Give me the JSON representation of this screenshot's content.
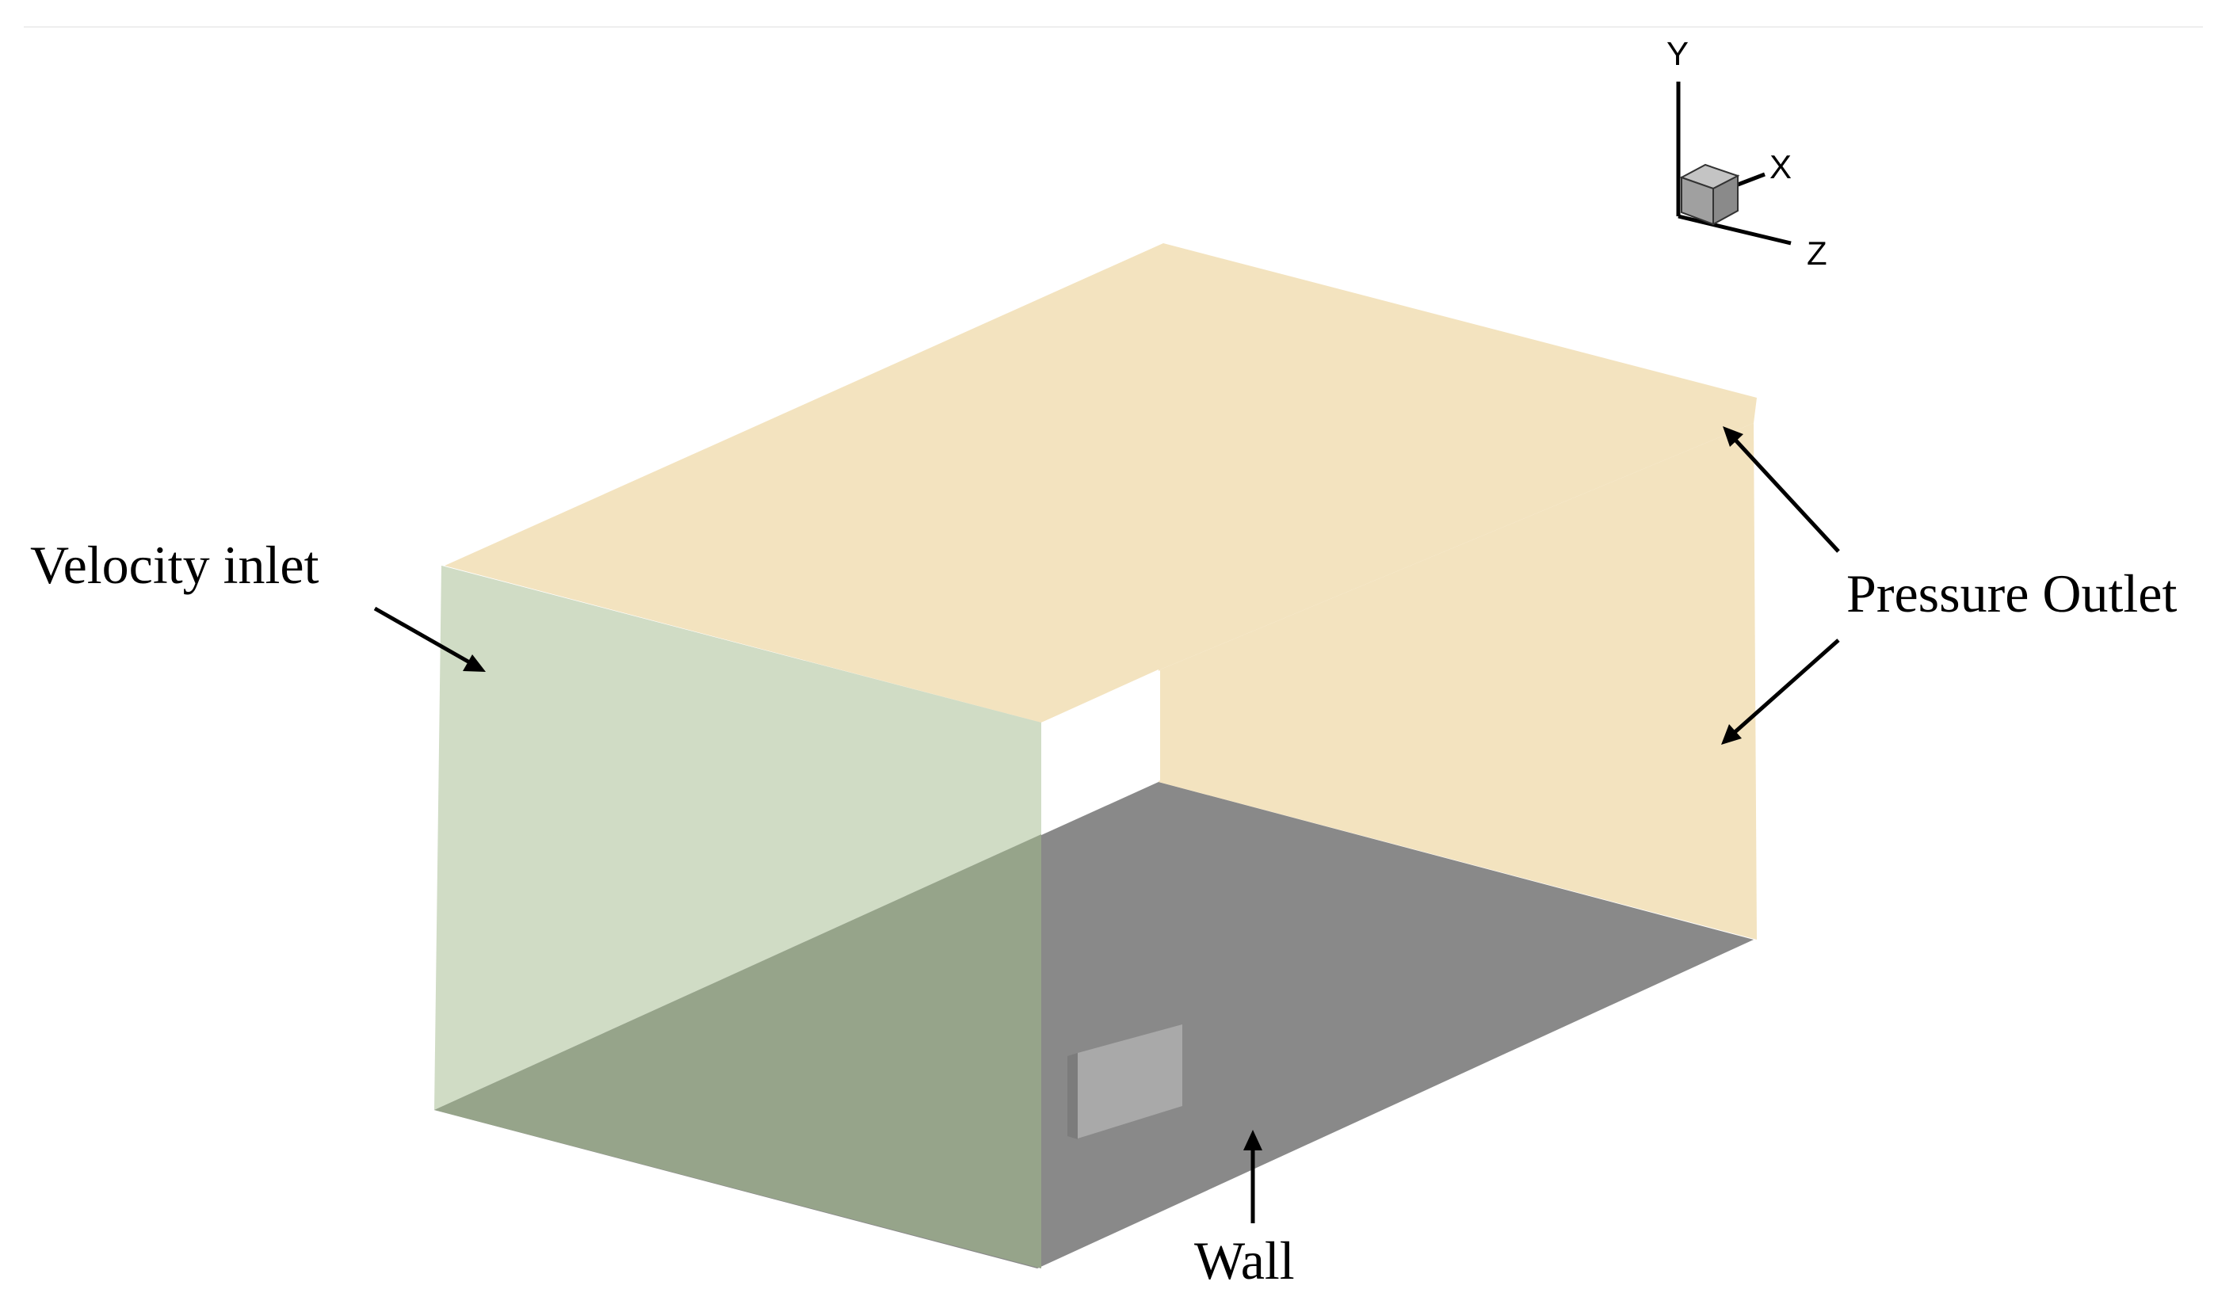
{
  "labels": {
    "velocity_inlet": "Velocity inlet",
    "pressure_outlet": "Pressure Outlet",
    "wall": "Wall"
  },
  "axes": {
    "y": "Y",
    "x": "X",
    "z": "Z"
  },
  "colors": {
    "background": "#ffffff",
    "pressure_outlet_face": "#f3e3bf",
    "velocity_inlet_face": "#d0dcc5",
    "wall_floor": "#898989",
    "floor_under_inlet": "#96a48a",
    "obstacle": "#a9a9a9",
    "obstacle_edge": "#7c7c7c",
    "arrow": "#000000",
    "triad_cube_front": "#a0a0a0",
    "triad_cube_top": "#c4c4c4",
    "triad_cube_side": "#8a8a8a"
  },
  "icons": {
    "axis_triad": "axis-triad-icon",
    "cube": "cube-icon"
  }
}
